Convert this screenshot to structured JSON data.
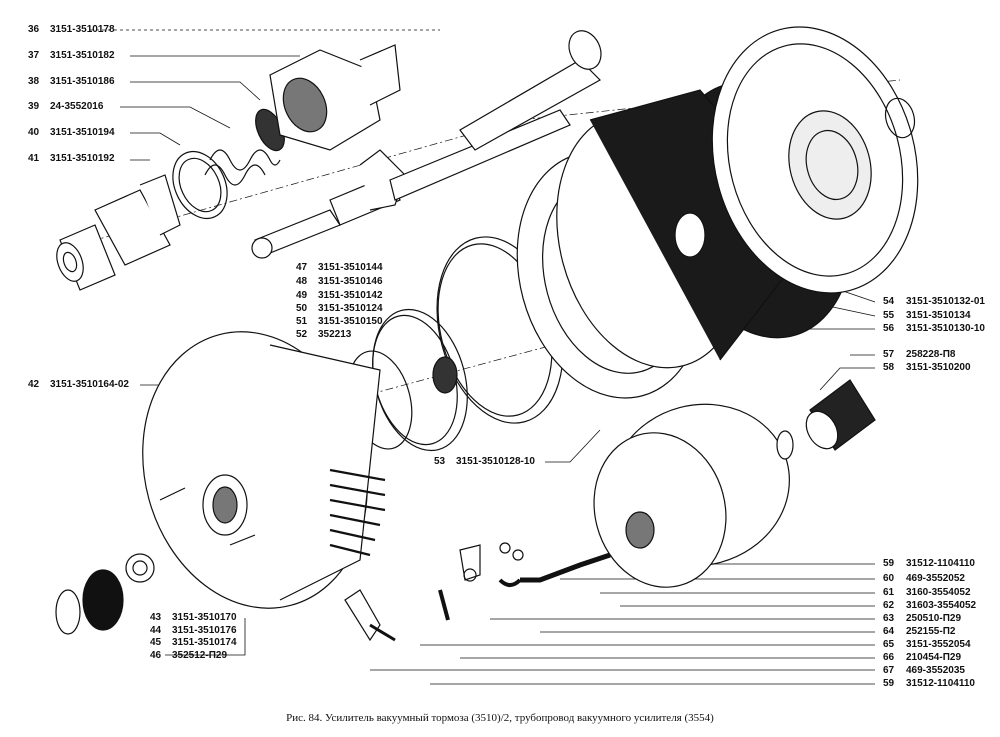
{
  "labels": [
    {
      "num": "36",
      "code": "3151-3510178"
    },
    {
      "num": "37",
      "code": "3151-3510182"
    },
    {
      "num": "38",
      "code": "3151-3510186"
    },
    {
      "num": "39",
      "code": "24-3552016"
    },
    {
      "num": "40",
      "code": "3151-3510194"
    },
    {
      "num": "41",
      "code": "3151-3510192"
    },
    {
      "num": "47",
      "code": "3151-3510144"
    },
    {
      "num": "48",
      "code": "3151-3510146"
    },
    {
      "num": "49",
      "code": "3151-3510142"
    },
    {
      "num": "50",
      "code": "3151-3510124"
    },
    {
      "num": "51",
      "code": "3151-3510150"
    },
    {
      "num": "52",
      "code": "352213"
    },
    {
      "num": "42",
      "code": "3151-3510164-02"
    },
    {
      "num": "53",
      "code": "3151-3510128-10"
    },
    {
      "num": "54",
      "code": "3151-3510132-01"
    },
    {
      "num": "55",
      "code": "3151-3510134"
    },
    {
      "num": "56",
      "code": "3151-3510130-10"
    },
    {
      "num": "57",
      "code": "258228-П8"
    },
    {
      "num": "58",
      "code": "3151-3510200"
    },
    {
      "num": "43",
      "code": "3151-3510170"
    },
    {
      "num": "44",
      "code": "3151-3510176"
    },
    {
      "num": "45",
      "code": "3151-3510174"
    },
    {
      "num": "46",
      "code": "352512-П29"
    },
    {
      "num": "59",
      "code": "31512-1104110"
    },
    {
      "num": "60",
      "code": "469-3552052"
    },
    {
      "num": "61",
      "code": "3160-3554052"
    },
    {
      "num": "62",
      "code": "31603-3554052"
    },
    {
      "num": "63",
      "code": "250510-П29"
    },
    {
      "num": "64",
      "code": "252155-П2"
    },
    {
      "num": "65",
      "code": "3151-3552054"
    },
    {
      "num": "66",
      "code": "210454-П29"
    },
    {
      "num": "67",
      "code": "469-3552035"
    },
    {
      "num": "59b",
      "code": "31512-1104110"
    }
  ],
  "caption": "Рис. 84. Усилитель вакуумный тормоза (3510)/2, трубопровод вакуумного усилителя (3554)"
}
